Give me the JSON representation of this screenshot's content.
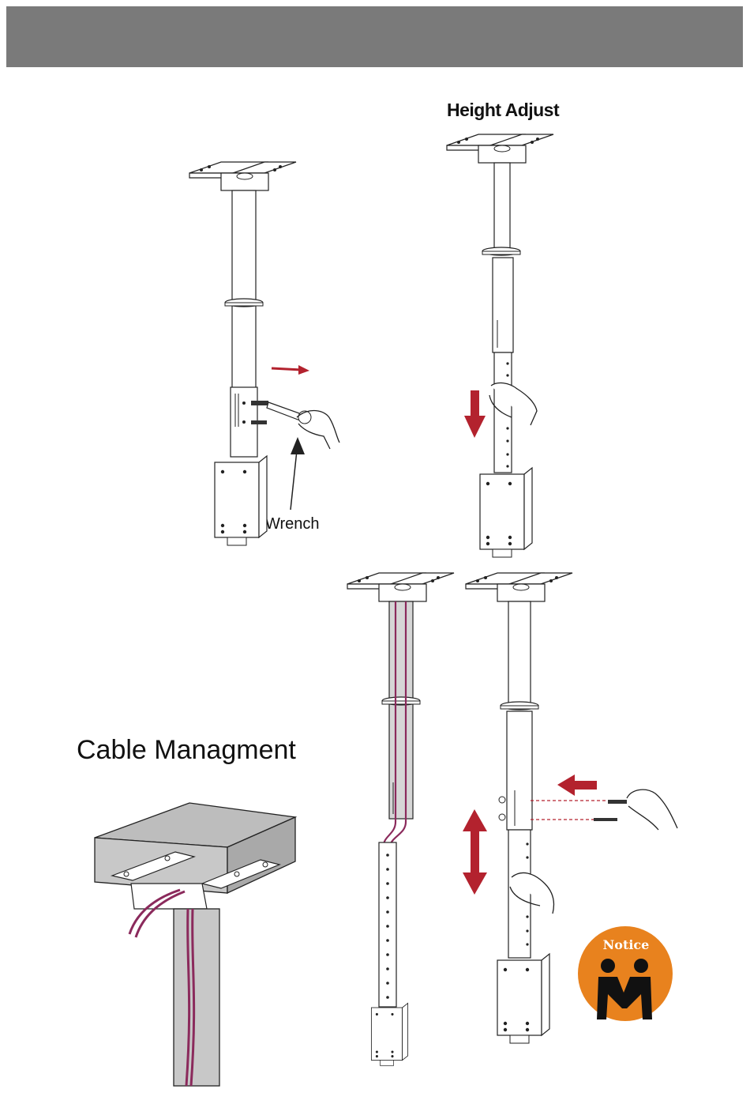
{
  "header": {
    "bar_color": "#7a7a7a"
  },
  "labels": {
    "height_adjust": "Height Adjust",
    "wrench": "Wrench",
    "cable_management": "Cable Managment",
    "notice": "Notice"
  },
  "colors": {
    "arrow": "#b3222e",
    "cable": "#8b2a5c",
    "notice_badge": "#e8821e",
    "block": "#c8c8c8"
  },
  "icons": [
    "wrench-icon",
    "hand-icon",
    "arrow-right-icon",
    "arrow-down-icon",
    "arrow-left-icon",
    "arrow-updown-icon",
    "notice-people-icon"
  ]
}
